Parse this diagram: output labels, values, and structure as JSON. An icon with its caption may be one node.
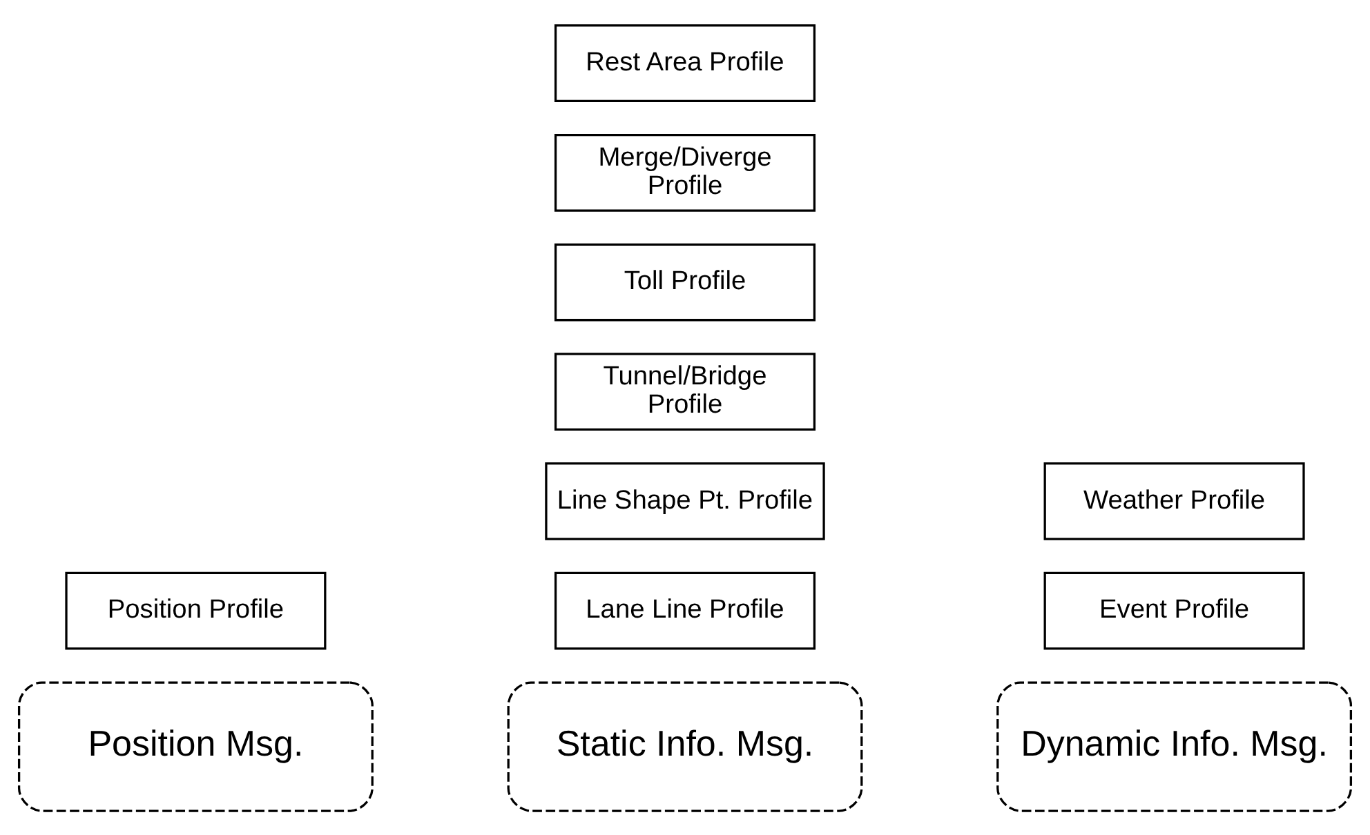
{
  "diagram": {
    "nodes": [
      {
        "text": [
          "Position Msg."
        ]
      },
      {
        "text": [
          "Static Info. Msg."
        ]
      },
      {
        "text": [
          "Dynamic Info. Msg."
        ]
      },
      {
        "text": [
          "Position Profile"
        ]
      },
      {
        "text": [
          "Lane Line Profile"
        ]
      },
      {
        "text": [
          "Event Profile"
        ]
      },
      {
        "text": [
          "Line Shape Pt. Profile"
        ]
      },
      {
        "text": [
          "Weather Profile"
        ]
      },
      {
        "text": [
          "Tunnel/Bridge Profile"
        ]
      },
      {
        "text": [
          "Toll Profile"
        ]
      },
      {
        "text": [
          "Merge/Diverge Profile"
        ]
      },
      {
        "text": [
          "Rest Area Profile"
        ]
      }
    ]
  }
}
